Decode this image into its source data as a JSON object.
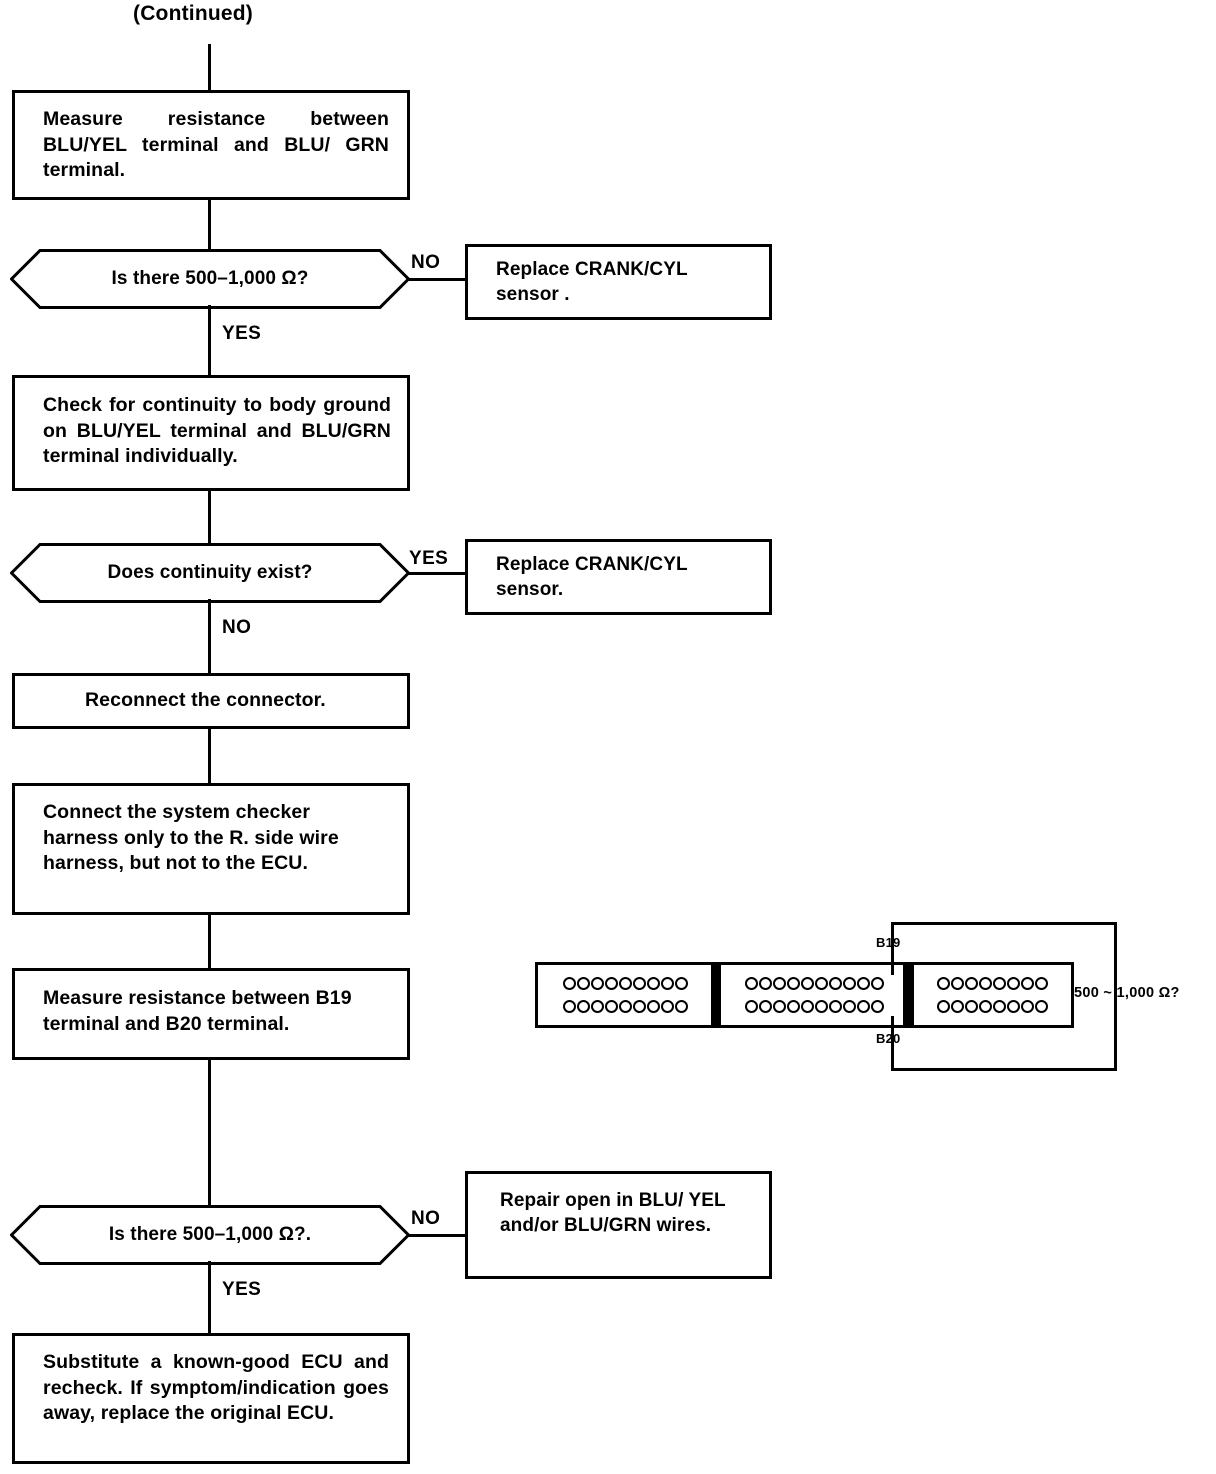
{
  "page": {
    "header_label": "(Continued)"
  },
  "flow": {
    "steps": [
      {
        "id": "measure-resistance-blu",
        "type": "process",
        "text": "Measure resistance between BLU/YEL terminal and BLU/ GRN terminal."
      },
      {
        "id": "is-there-500-1000-ohm-1",
        "type": "decision",
        "text": "Is there 500–1,000 Ω?",
        "branch_label": "NO",
        "yes_no_label": "YES",
        "branch_target": {
          "id": "replace-crank-cyl-sensor-1",
          "text": "Replace    CRANK/CYL sensor ."
        }
      },
      {
        "id": "check-continuity-body-ground",
        "type": "process",
        "text": "Check for continuity to body ground on BLU/YEL terminal and BLU/GRN terminal individually."
      },
      {
        "id": "does-continuity-exist",
        "type": "decision",
        "text": "Does continuity exist?",
        "branch_label": "YES",
        "yes_no_label": "NO",
        "branch_target": {
          "id": "replace-crank-cyl-sensor-2",
          "text": "Replace    CRANK/CYL sensor."
        }
      },
      {
        "id": "reconnect-connector",
        "type": "process",
        "text": "Reconnect the connector."
      },
      {
        "id": "connect-system-checker-harness",
        "type": "process",
        "text": "Connect the system checker harness only to the R. side wire harness, but not to the ECU."
      },
      {
        "id": "measure-resistance-b19-b20",
        "type": "process",
        "text": "Measure resistance between B19 terminal and B20 terminal."
      },
      {
        "id": "is-there-500-1000-ohm-2",
        "type": "decision",
        "text": "Is there 500–1,000 Ω?.",
        "branch_label": "NO",
        "yes_no_label": "YES",
        "branch_target": {
          "id": "repair-open-wires",
          "text": "Repair  open  in  BLU/ YEL and/or BLU/GRN wires."
        }
      },
      {
        "id": "substitute-known-good-ecu",
        "type": "process",
        "text": "Substitute a known-good ECU and recheck. If symptom/indication goes away, replace the original ECU."
      }
    ]
  },
  "connector_diagram": {
    "title_ref_top": "B19",
    "title_ref_bottom": "B20",
    "measurement_label": "500 ~ 1,000 Ω?",
    "blocks": [
      {
        "name": "connector-block-left",
        "columns": 9,
        "rows": 2
      },
      {
        "name": "connector-block-middle",
        "columns": 10,
        "rows": 2
      },
      {
        "name": "connector-block-right",
        "columns": 8,
        "rows": 2
      }
    ]
  }
}
